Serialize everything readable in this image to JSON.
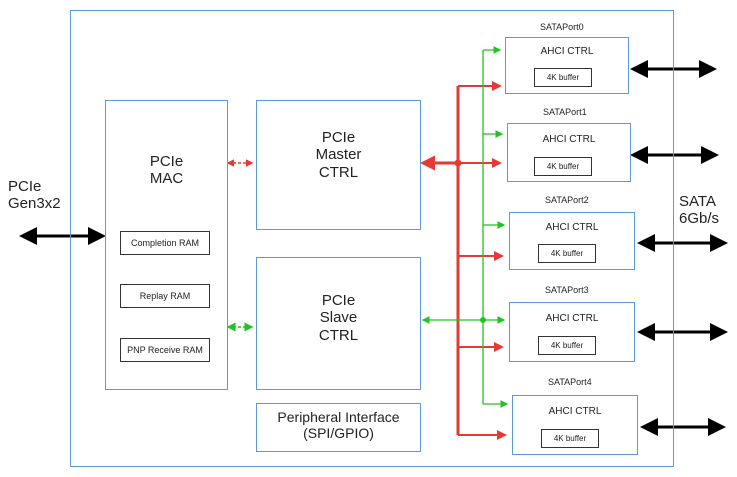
{
  "ext_left": "PCIe\nGen3x2",
  "ext_right": "SATA\n6Gb/s",
  "mac": {
    "title": "PCIe\nMAC",
    "rams": [
      "Completion RAM",
      "Replay RAM",
      "PNP Receive RAM"
    ]
  },
  "master": "PCIe\nMaster\nCTRL",
  "slave": "PCIe\nSlave\nCTRL",
  "periph": "Peripheral Interface\n(SPI/GPIO)",
  "ports": [
    {
      "label": "SATAPort0",
      "ctrl": "AHCI CTRL",
      "buf": "4K buffer"
    },
    {
      "label": "SATAPort1",
      "ctrl": "AHCI CTRL",
      "buf": "4K buffer"
    },
    {
      "label": "SATAPort2",
      "ctrl": "AHCI CTRL",
      "buf": "4K buffer"
    },
    {
      "label": "SATAPort3",
      "ctrl": "AHCI CTRL",
      "buf": "4K buffer"
    },
    {
      "label": "SATAPort4",
      "ctrl": "AHCI CTRL",
      "buf": "4K buffer"
    }
  ],
  "colors": {
    "border": "#5b9bd5",
    "data_bus": "#e53935",
    "ctrl_bus": "#22c322",
    "external": "#000000"
  }
}
